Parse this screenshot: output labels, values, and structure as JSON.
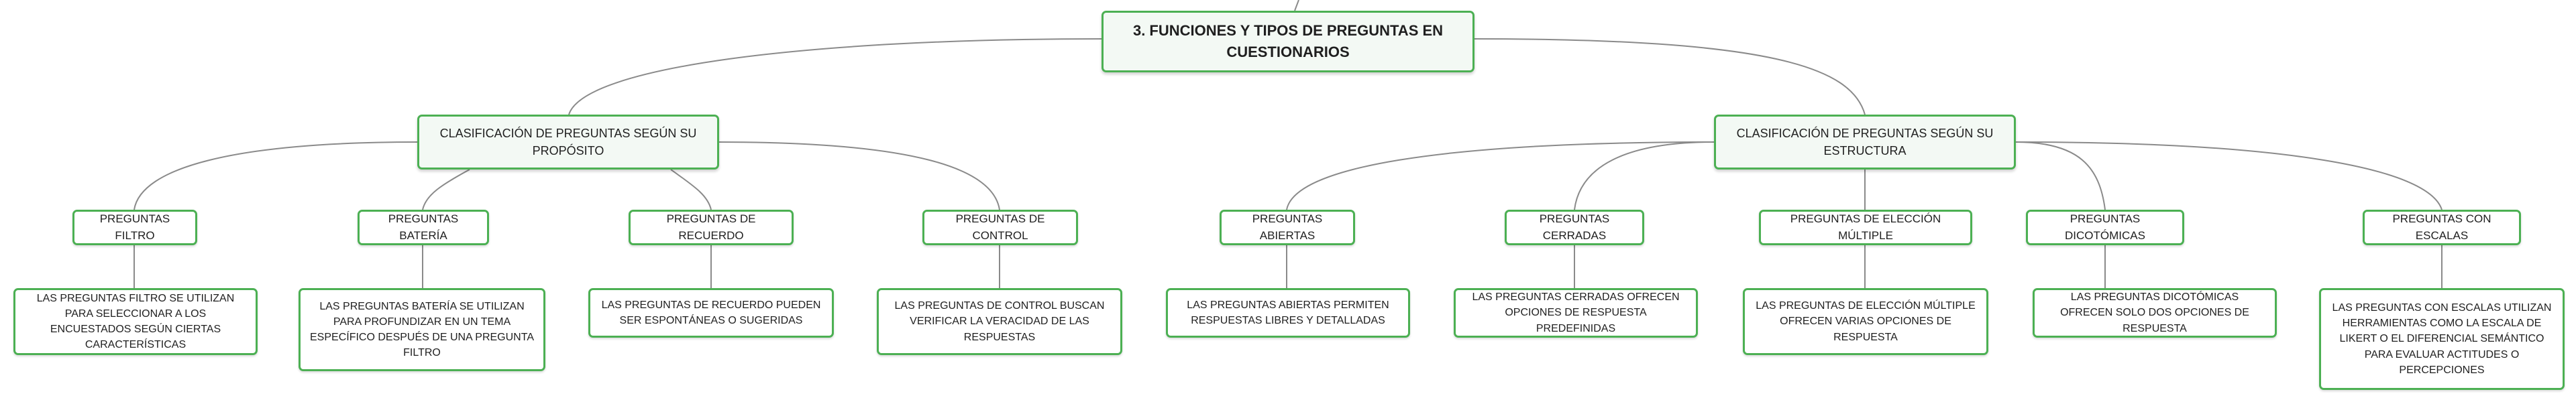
{
  "root": {
    "label": "3. FUNCIONES Y TIPOS DE PREGUNTAS EN CUESTIONARIOS"
  },
  "categories": [
    {
      "label": "CLASIFICACIÓN DE PREGUNTAS SEGÚN SU PROPÓSITO",
      "types": [
        {
          "label": "PREGUNTAS FILTRO",
          "description": "LAS PREGUNTAS FILTRO SE UTILIZAN PARA SELECCIONAR A LOS ENCUESTADOS SEGÚN CIERTAS CARACTERÍSTICAS"
        },
        {
          "label": "PREGUNTAS BATERÍA",
          "description": "LAS PREGUNTAS BATERÍA SE UTILIZAN PARA PROFUNDIZAR EN UN TEMA ESPECÍFICO DESPUÉS DE UNA PREGUNTA FILTRO"
        },
        {
          "label": "PREGUNTAS DE RECUERDO",
          "description": "LAS PREGUNTAS DE RECUERDO PUEDEN SER ESPONTÁNEAS O SUGERIDAS"
        },
        {
          "label": "PREGUNTAS DE CONTROL",
          "description": "LAS PREGUNTAS DE CONTROL BUSCAN VERIFICAR LA VERACIDAD DE LAS RESPUESTAS"
        }
      ]
    },
    {
      "label": "CLASIFICACIÓN DE PREGUNTAS SEGÚN SU ESTRUCTURA",
      "types": [
        {
          "label": "PREGUNTAS ABIERTAS",
          "description": "LAS PREGUNTAS ABIERTAS PERMITEN RESPUESTAS LIBRES Y DETALLADAS"
        },
        {
          "label": "PREGUNTAS CERRADAS",
          "description": "LAS PREGUNTAS CERRADAS OFRECEN OPCIONES DE RESPUESTA PREDEFINIDAS"
        },
        {
          "label": "PREGUNTAS DE ELECCIÓN MÚLTIPLE",
          "description": "LAS PREGUNTAS DE ELECCIÓN MÚLTIPLE OFRECEN VARIAS OPCIONES DE RESPUESTA"
        },
        {
          "label": "PREGUNTAS DICOTÓMICAS",
          "description": "LAS PREGUNTAS DICOTÓMICAS OFRECEN SOLO DOS OPCIONES DE RESPUESTA"
        },
        {
          "label": "PREGUNTAS CON ESCALAS",
          "description": "LAS PREGUNTAS CON ESCALAS UTILIZAN HERRAMIENTAS COMO LA ESCALA DE LIKERT O EL DIFERENCIAL SEMÁNTICO PARA EVALUAR ACTITUDES O PERCEPCIONES"
        }
      ]
    }
  ],
  "colors": {
    "node_border": "#4cb053",
    "node_fill": "#f3f9f4",
    "connector": "#8a8a8a"
  }
}
